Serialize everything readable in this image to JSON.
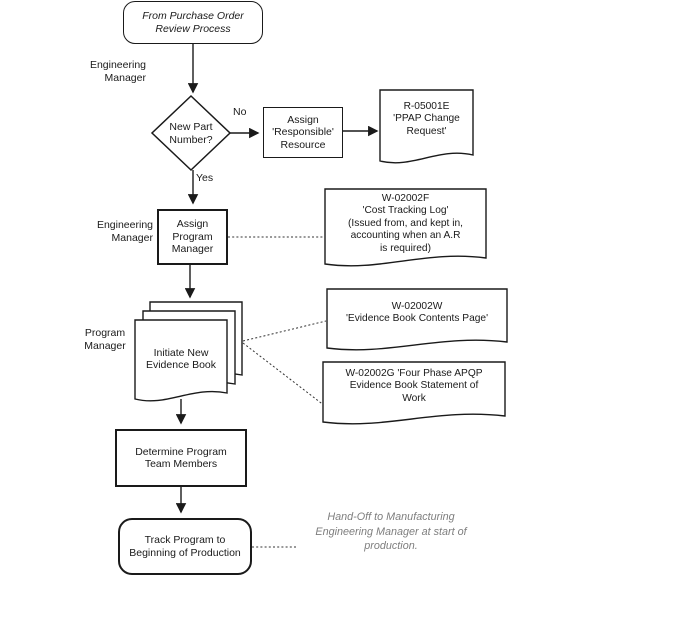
{
  "diagram": {
    "title_context": "Purchase order engineering flowchart",
    "colors": {
      "stroke": "#1a1a1a",
      "background": "#ffffff",
      "handoff_note_text": "#7e7e7e"
    },
    "nodes": {
      "start": "From Purchase Order\nReview Process",
      "decision_new_part": "New Part\nNumber?",
      "assign_responsible": "Assign\n'Responsible'\nResource",
      "doc_ppap": "R-05001E\n'PPAP Change\nRequest'",
      "assign_program_manager": "Assign\nProgram\nManager",
      "doc_cost_tracking": "W-02002F\n'Cost Tracking Log'\n(Issued from, and kept in,\naccounting when an A.R\nis required)",
      "initiate_evidence_book": "Initiate New\nEvidence Book",
      "doc_contents_page": "W-02002W\n'Evidence Book Contents Page'",
      "doc_statement_of_work": "W-02002G 'Four Phase APQP\nEvidence Book Statement of\nWork",
      "determine_team": "Determine Program\nTeam Members",
      "track_program": "Track Program to\nBeginning of Production",
      "handoff_note": "Hand-Off to Manufacturing\nEngineering Manager at start of\nproduction."
    },
    "branch_labels": {
      "no": "No",
      "yes": "Yes"
    },
    "role_labels": {
      "engineering_manager_top": "Engineering\nManager",
      "engineering_manager_mid": "Engineering\nManager",
      "program_manager": "Program\nManager"
    }
  }
}
